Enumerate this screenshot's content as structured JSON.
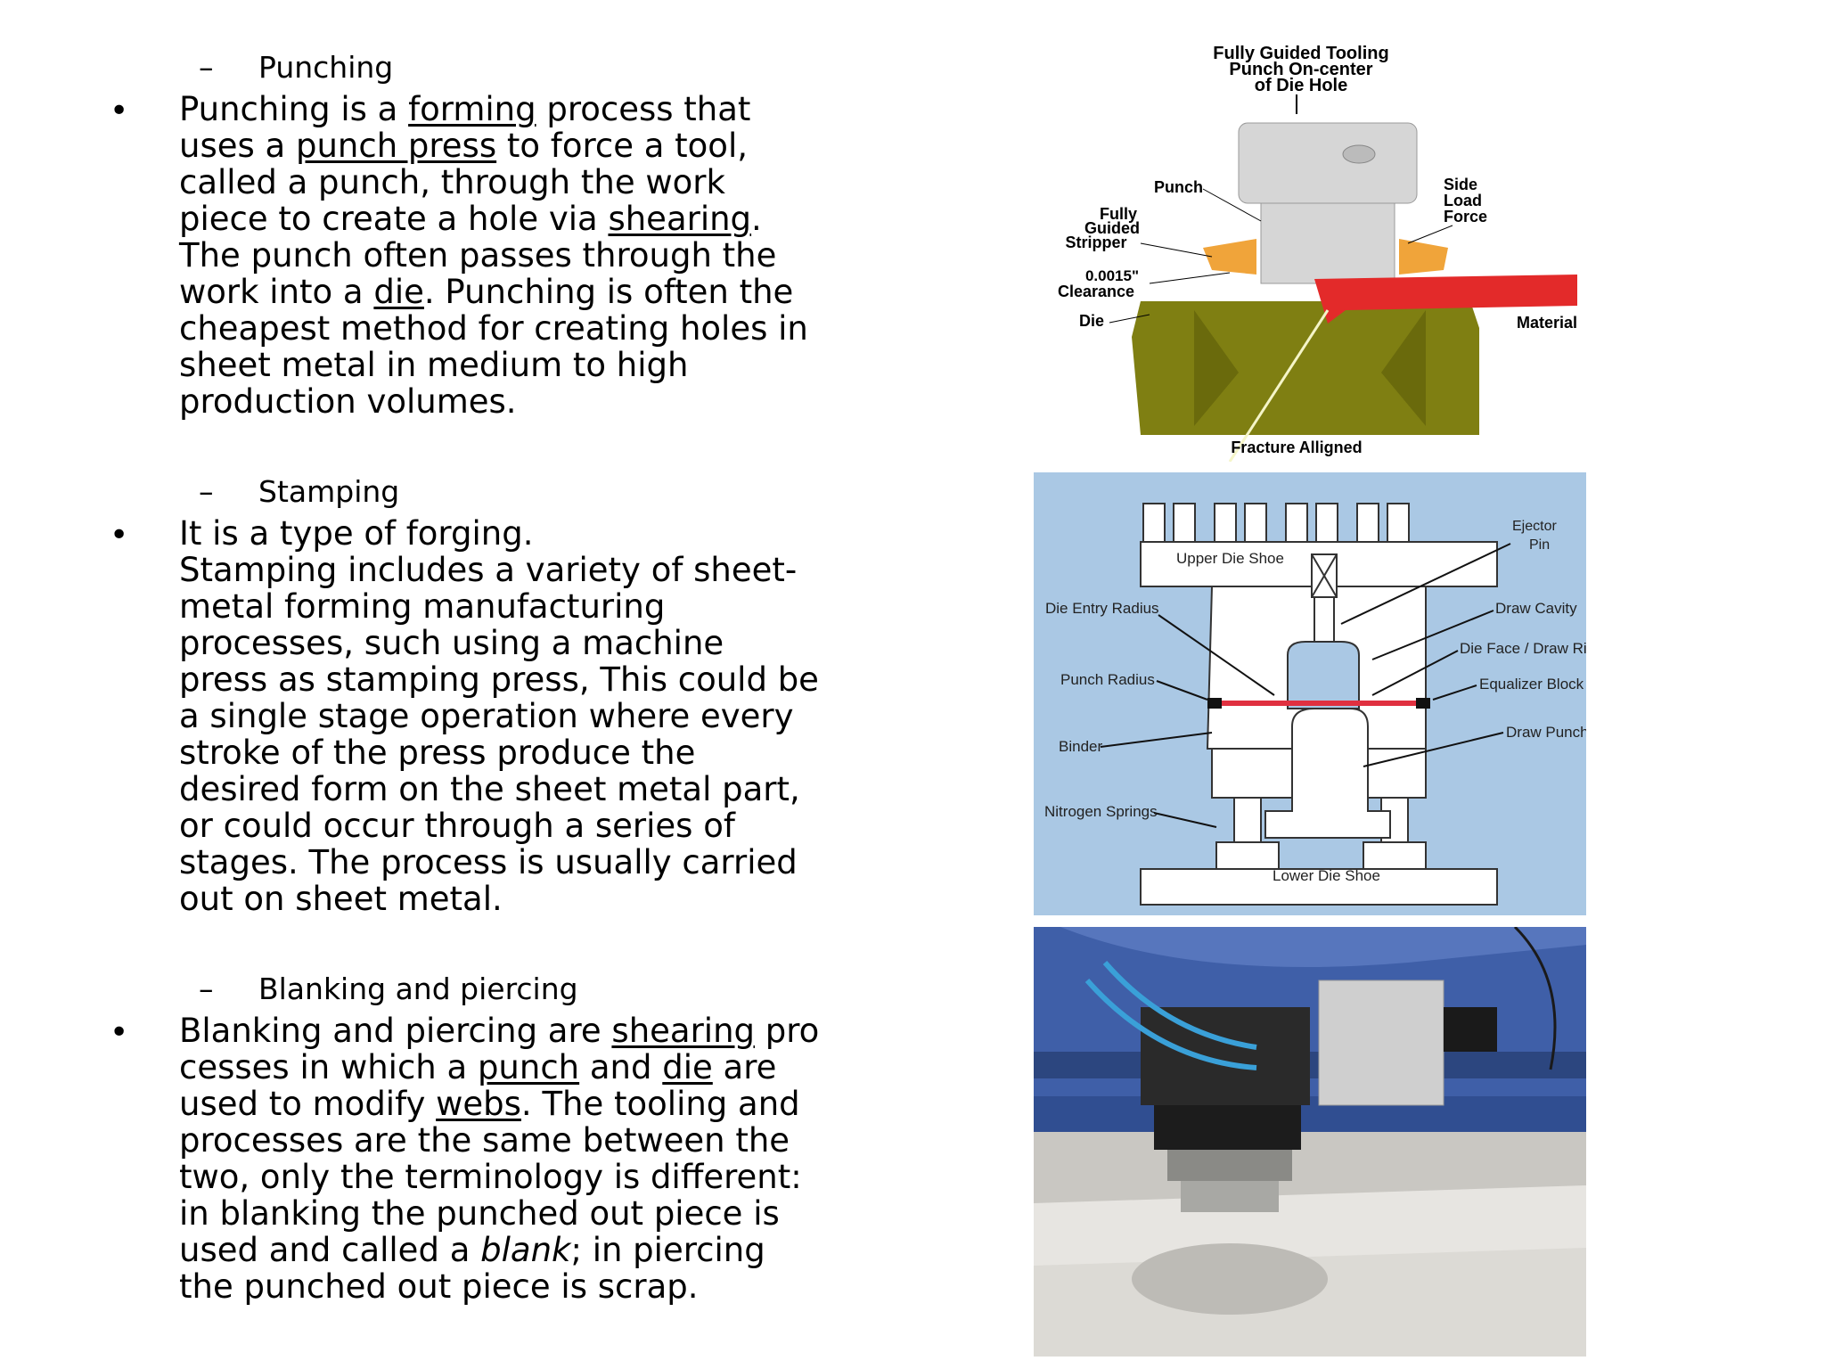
{
  "sections": [
    {
      "heading": "Punching",
      "lines": [
        [
          {
            "t": "Punching is a "
          },
          {
            "t": "forming",
            "u": true
          },
          {
            "t": " process that"
          }
        ],
        [
          {
            "t": "uses a "
          },
          {
            "t": "punch press",
            "u": true
          },
          {
            "t": " to force a tool,"
          }
        ],
        [
          {
            "t": "called a punch, through the work"
          }
        ],
        [
          {
            "t": "piece to create a hole via "
          },
          {
            "t": "shearing",
            "u": true
          },
          {
            "t": "."
          }
        ],
        [
          {
            "t": "The punch often passes through the"
          }
        ],
        [
          {
            "t": "work into a "
          },
          {
            "t": "die",
            "u": true
          },
          {
            "t": ". Punching is often the"
          }
        ],
        [
          {
            "t": "cheapest method for creating holes in"
          }
        ],
        [
          {
            "t": "sheet metal in medium to high"
          }
        ],
        [
          {
            "t": "production volumes."
          }
        ]
      ]
    },
    {
      "heading": "Stamping",
      "lines": [
        [
          {
            "t": "It is a type of forging."
          }
        ],
        [
          {
            "t": "Stamping includes a variety of sheet-"
          }
        ],
        [
          {
            "t": "metal forming manufacturing"
          }
        ],
        [
          {
            "t": "processes, such using a machine"
          }
        ],
        [
          {
            "t": "press as stamping press, This could be"
          }
        ],
        [
          {
            "t": "a single stage operation where every"
          }
        ],
        [
          {
            "t": "stroke of the press produce the"
          }
        ],
        [
          {
            "t": "desired form on the sheet metal part,"
          }
        ],
        [
          {
            "t": "or could occur through a series of"
          }
        ],
        [
          {
            "t": "stages. The process is usually carried"
          }
        ],
        [
          {
            "t": "out on sheet metal."
          }
        ]
      ]
    },
    {
      "heading": "Blanking and piercing",
      "lines": [
        [
          {
            "t": "Blanking and piercing are "
          },
          {
            "t": "shearing",
            "u": true
          },
          {
            "t": " pro"
          }
        ],
        [
          {
            "t": "cesses in which a "
          },
          {
            "t": "punch",
            "u": true
          },
          {
            "t": " and "
          },
          {
            "t": "die",
            "u": true
          },
          {
            "t": " are"
          }
        ],
        [
          {
            "t": "used to modify "
          },
          {
            "t": "webs",
            "u": true
          },
          {
            "t": ". The tooling and"
          }
        ],
        [
          {
            "t": "processes are the same between the"
          }
        ],
        [
          {
            "t": "two, only the terminology is different:"
          }
        ],
        [
          {
            "t": "in blanking the punched out piece is"
          }
        ],
        [
          {
            "t": "used and called a "
          },
          {
            "t": "blank",
            "i": true
          },
          {
            "t": "; in piercing"
          }
        ],
        [
          {
            "t": "the punched out piece is scrap."
          }
        ]
      ]
    }
  ],
  "symbols": {
    "dash": "–",
    "bullet": "•"
  },
  "figure1": {
    "title_lines": [
      "Fully Guided Tooling",
      "Punch On-center",
      "of Die Hole"
    ],
    "labels": {
      "punch": "Punch",
      "stripper": [
        "Fully",
        "Guided",
        "Stripper"
      ],
      "clearance": [
        "0.0015\"",
        "Clearance"
      ],
      "die": "Die",
      "side_load": [
        "Side",
        "Load",
        "Force"
      ],
      "material": "Material",
      "fracture": "Fracture Alligned"
    },
    "colors": {
      "die": "#7f7f12",
      "material": "#e32a2a",
      "stripper": "#f0a43a",
      "punch": "#d6d6d6"
    }
  },
  "figure2": {
    "labels": {
      "upper_die_shoe": "Upper Die Shoe",
      "ejector_pin": [
        "Ejector",
        "Pin"
      ],
      "die_entry_radius": "Die Entry Radius",
      "draw_cavity": "Draw Cavity",
      "die_face": "Die Face / Draw Ring",
      "punch_radius": "Punch Radius",
      "equalizer_block": "Equalizer Block",
      "draw_punch": "Draw Punch",
      "binder": "Binder",
      "nitrogen_springs": "Nitrogen Springs",
      "lower_die_shoe": "Lower Die Shoe"
    },
    "colors": {
      "background": "#aac8e4",
      "sheet": "#e03040"
    }
  },
  "figure3": {
    "colors": {
      "machine_blue": "#3f5fa8",
      "sheet": "#e7e5e1",
      "metal": "#8a8a86"
    }
  }
}
